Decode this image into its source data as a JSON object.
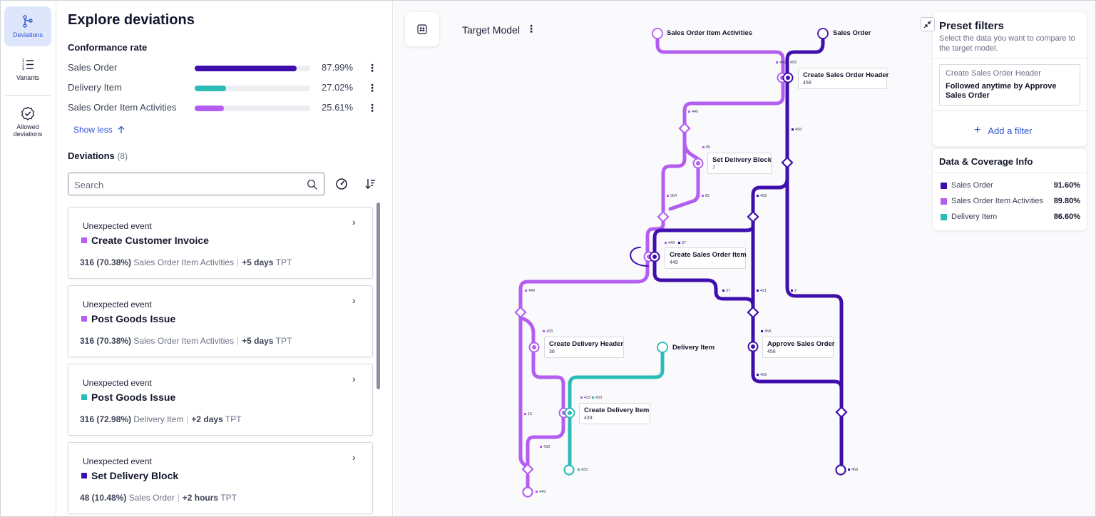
{
  "colors": {
    "sales_order": "#3f0fad",
    "sales_order_item_activities": "#b35ef0",
    "delivery_item": "#2bbcb8",
    "accent": "#2d55d6"
  },
  "nav": {
    "items": [
      {
        "label": "Deviations",
        "icon": "deviations-icon",
        "active": true
      },
      {
        "label": "Variants",
        "icon": "variants-list-icon",
        "active": false
      },
      {
        "label": "Allowed deviations",
        "icon": "badge-check-icon",
        "active": false
      }
    ]
  },
  "panel": {
    "title": "Explore deviations",
    "conformance": {
      "title": "Conformance rate",
      "rows": [
        {
          "name": "Sales Order",
          "pct": "87.99%",
          "value": 0.8799,
          "color": "#3f0fad"
        },
        {
          "name": "Delivery Item",
          "pct": "27.02%",
          "value": 0.2702,
          "color": "#2bbcb8"
        },
        {
          "name": "Sales Order Item Activities",
          "pct": "25.61%",
          "value": 0.2561,
          "color": "#b35ef0"
        }
      ]
    },
    "show_less": "Show less",
    "deviations": {
      "title": "Deviations",
      "count": "(8)"
    },
    "search": {
      "placeholder": "Search",
      "value": ""
    },
    "cards": [
      {
        "kind": "Unexpected event",
        "event": "Create Customer Invoice",
        "color": "#b35ef0",
        "count": "316 (70.38%)",
        "object": "Sales Order Item Activities",
        "tpt_value": "+5 days",
        "tpt_label": "TPT"
      },
      {
        "kind": "Unexpected event",
        "event": "Post Goods Issue",
        "color": "#b35ef0",
        "count": "316 (70.38%)",
        "object": "Sales Order Item Activities",
        "tpt_value": "+5 days",
        "tpt_label": "TPT"
      },
      {
        "kind": "Unexpected event",
        "event": "Post Goods Issue",
        "color": "#2bbcb8",
        "count": "316 (72.98%)",
        "object": "Delivery Item",
        "tpt_value": "+2 days",
        "tpt_label": "TPT"
      },
      {
        "kind": "Unexpected event",
        "event": "Set Delivery Block",
        "color": "#3f0fad",
        "count": "48 (10.48%)",
        "object": "Sales Order",
        "tpt_value": "+2 hours",
        "tpt_label": "TPT"
      }
    ]
  },
  "canvas": {
    "target_model": "Target Model",
    "sources": {
      "soia": "Sales Order Item Activities",
      "so": "Sales Order",
      "di": "Delivery Item"
    },
    "nodes": {
      "csoh": {
        "title": "Create Sales Order Header",
        "count": "458"
      },
      "sdb": {
        "title": "Set Delivery Block",
        "count": "7"
      },
      "csoi": {
        "title": "Create Sales Order Item",
        "count": "449"
      },
      "aso": {
        "title": "Approve Sales Order",
        "count": "458"
      },
      "cdh": {
        "title": "Create Delivery Header",
        "count": "38"
      },
      "cdi": {
        "title": "Create Delivery Item",
        "count": "433"
      }
    },
    "edge_labels": {
      "csoh_in_a": "449",
      "csoh_in_b": "458",
      "p1": "449",
      "so1": "458",
      "sdb_in": "85",
      "p2a": "364",
      "p2b": "85",
      "so2": "458",
      "csoi_in_a": "449",
      "csoi_in_b": "37",
      "p3": "449",
      "so3": "37",
      "so4": "421",
      "so5": "9",
      "aso_in": "458",
      "cdh_in": "433",
      "cdi_in_a": "433",
      "cdi_in_b": "433",
      "p4": "16",
      "p5": "433",
      "so6": "458",
      "end_di": "433",
      "end_so": "458",
      "end_p": "449"
    },
    "preset": {
      "title": "Preset filters",
      "subtitle": "Select the data you want to compare to the target model.",
      "filter_line1": "Create Sales Order Header",
      "filter_line2": "Followed anytime by Approve Sales Order",
      "add_filter": "Add a filter"
    },
    "coverage": {
      "title": "Data & Coverage Info",
      "rows": [
        {
          "name": "Sales Order",
          "value": "91.60%",
          "color": "#3f0fad"
        },
        {
          "name": "Sales Order Item Activities",
          "value": "89.80%",
          "color": "#b35ef0"
        },
        {
          "name": "Delivery Item",
          "value": "86.60%",
          "color": "#2bbcb8"
        }
      ]
    }
  }
}
